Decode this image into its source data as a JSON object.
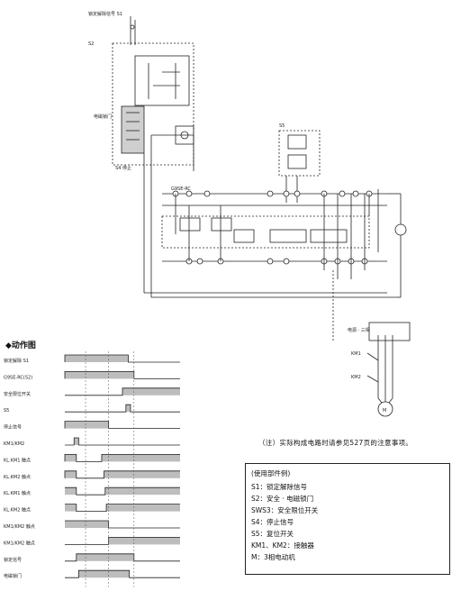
{
  "section_title": "◆动作图",
  "note": "（注）实际构成电路时请参见527页的注意事项。",
  "legend": {
    "title": "(使用部件例)",
    "items": [
      "S1：锁定解除信号",
      "S2：安全 · 电磁锁门",
      "SWS3：安全限位开关",
      "S4：停止信号",
      "S5：复位开关",
      "KM1、KM2：接触器",
      "M：3相电动机"
    ]
  },
  "timing": {
    "rows": [
      {
        "label": "锁定解除 S1",
        "wave": [
          [
            0.0,
            0.0
          ],
          [
            0.0,
            0.5
          ],
          [
            0.55,
            0.5
          ],
          [
            0.55,
            0.0
          ],
          [
            1.0,
            0.0
          ]
        ]
      },
      {
        "label": "G9SE-RC(S2)",
        "wave": [
          [
            0.0,
            0.0
          ],
          [
            0.0,
            0.5
          ],
          [
            0.6,
            0.5
          ],
          [
            0.6,
            0.0
          ],
          [
            1.0,
            0.0
          ]
        ]
      },
      {
        "label": "安全限位开关",
        "wave": [
          [
            0.0,
            0.0
          ],
          [
            0.5,
            0.0
          ],
          [
            0.5,
            0.5
          ],
          [
            1.0,
            0.5
          ]
        ]
      },
      {
        "label": "S5",
        "wave": [
          [
            0.0,
            0.0
          ],
          [
            0.53,
            0.0
          ],
          [
            0.53,
            0.5
          ],
          [
            0.57,
            0.5
          ],
          [
            0.57,
            0.0
          ],
          [
            1.0,
            0.0
          ]
        ]
      },
      {
        "label": "停止信号",
        "wave": [
          [
            0.0,
            0.0
          ],
          [
            0.0,
            0.5
          ],
          [
            0.38,
            0.5
          ],
          [
            0.38,
            0.0
          ],
          [
            1.0,
            0.0
          ]
        ]
      },
      {
        "label": "KM1/KM2",
        "wave": [
          [
            0.0,
            0.0
          ],
          [
            0.08,
            0.0
          ],
          [
            0.08,
            0.5
          ],
          [
            0.12,
            0.5
          ],
          [
            0.12,
            0.0
          ],
          [
            1.0,
            0.0
          ]
        ]
      },
      {
        "label": "KL.KM1 触点",
        "wave": [
          [
            0.0,
            0.0
          ],
          [
            0.0,
            0.5
          ],
          [
            0.1,
            0.5
          ],
          [
            0.1,
            0.0
          ],
          [
            0.32,
            0.0
          ],
          [
            0.32,
            0.5
          ],
          [
            1.0,
            0.5
          ]
        ]
      },
      {
        "label": "KL.KM2 触点",
        "wave": [
          [
            0.0,
            0.0
          ],
          [
            0.0,
            0.5
          ],
          [
            0.1,
            0.5
          ],
          [
            0.1,
            0.0
          ],
          [
            0.34,
            0.0
          ],
          [
            0.34,
            0.5
          ],
          [
            1.0,
            0.5
          ]
        ]
      },
      {
        "label": "KL.KM1 触点",
        "wave": [
          [
            0.0,
            0.5
          ],
          [
            0.1,
            0.5
          ],
          [
            0.1,
            0.0
          ],
          [
            0.35,
            0.0
          ],
          [
            0.35,
            0.5
          ],
          [
            1.0,
            0.5
          ]
        ]
      },
      {
        "label": "KL.KM2 触点",
        "wave": [
          [
            0.0,
            0.5
          ],
          [
            0.1,
            0.5
          ],
          [
            0.1,
            0.0
          ],
          [
            0.36,
            0.0
          ],
          [
            0.36,
            0.5
          ],
          [
            1.0,
            0.5
          ]
        ]
      },
      {
        "label": "KM1/KM2 触点",
        "wave": [
          [
            0.0,
            0.5
          ],
          [
            0.38,
            0.5
          ],
          [
            0.38,
            0.0
          ],
          [
            1.0,
            0.0
          ]
        ]
      },
      {
        "label": "KM1/KM2 触点",
        "wave": [
          [
            0.0,
            0.0
          ],
          [
            0.38,
            0.0
          ],
          [
            0.38,
            0.5
          ],
          [
            1.0,
            0.5
          ]
        ]
      },
      {
        "label": "锁定信号",
        "wave": [
          [
            0.0,
            0.0
          ],
          [
            0.1,
            0.0
          ],
          [
            0.1,
            0.5
          ],
          [
            0.6,
            0.5
          ],
          [
            0.6,
            0.0
          ],
          [
            1.0,
            0.0
          ]
        ]
      },
      {
        "label": "电磁锁门",
        "wave": [
          [
            0.0,
            0.0
          ],
          [
            0.12,
            0.0
          ],
          [
            0.12,
            0.5
          ],
          [
            0.56,
            0.5
          ],
          [
            0.56,
            0.0
          ],
          [
            1.0,
            0.0
          ]
        ]
      }
    ]
  }
}
